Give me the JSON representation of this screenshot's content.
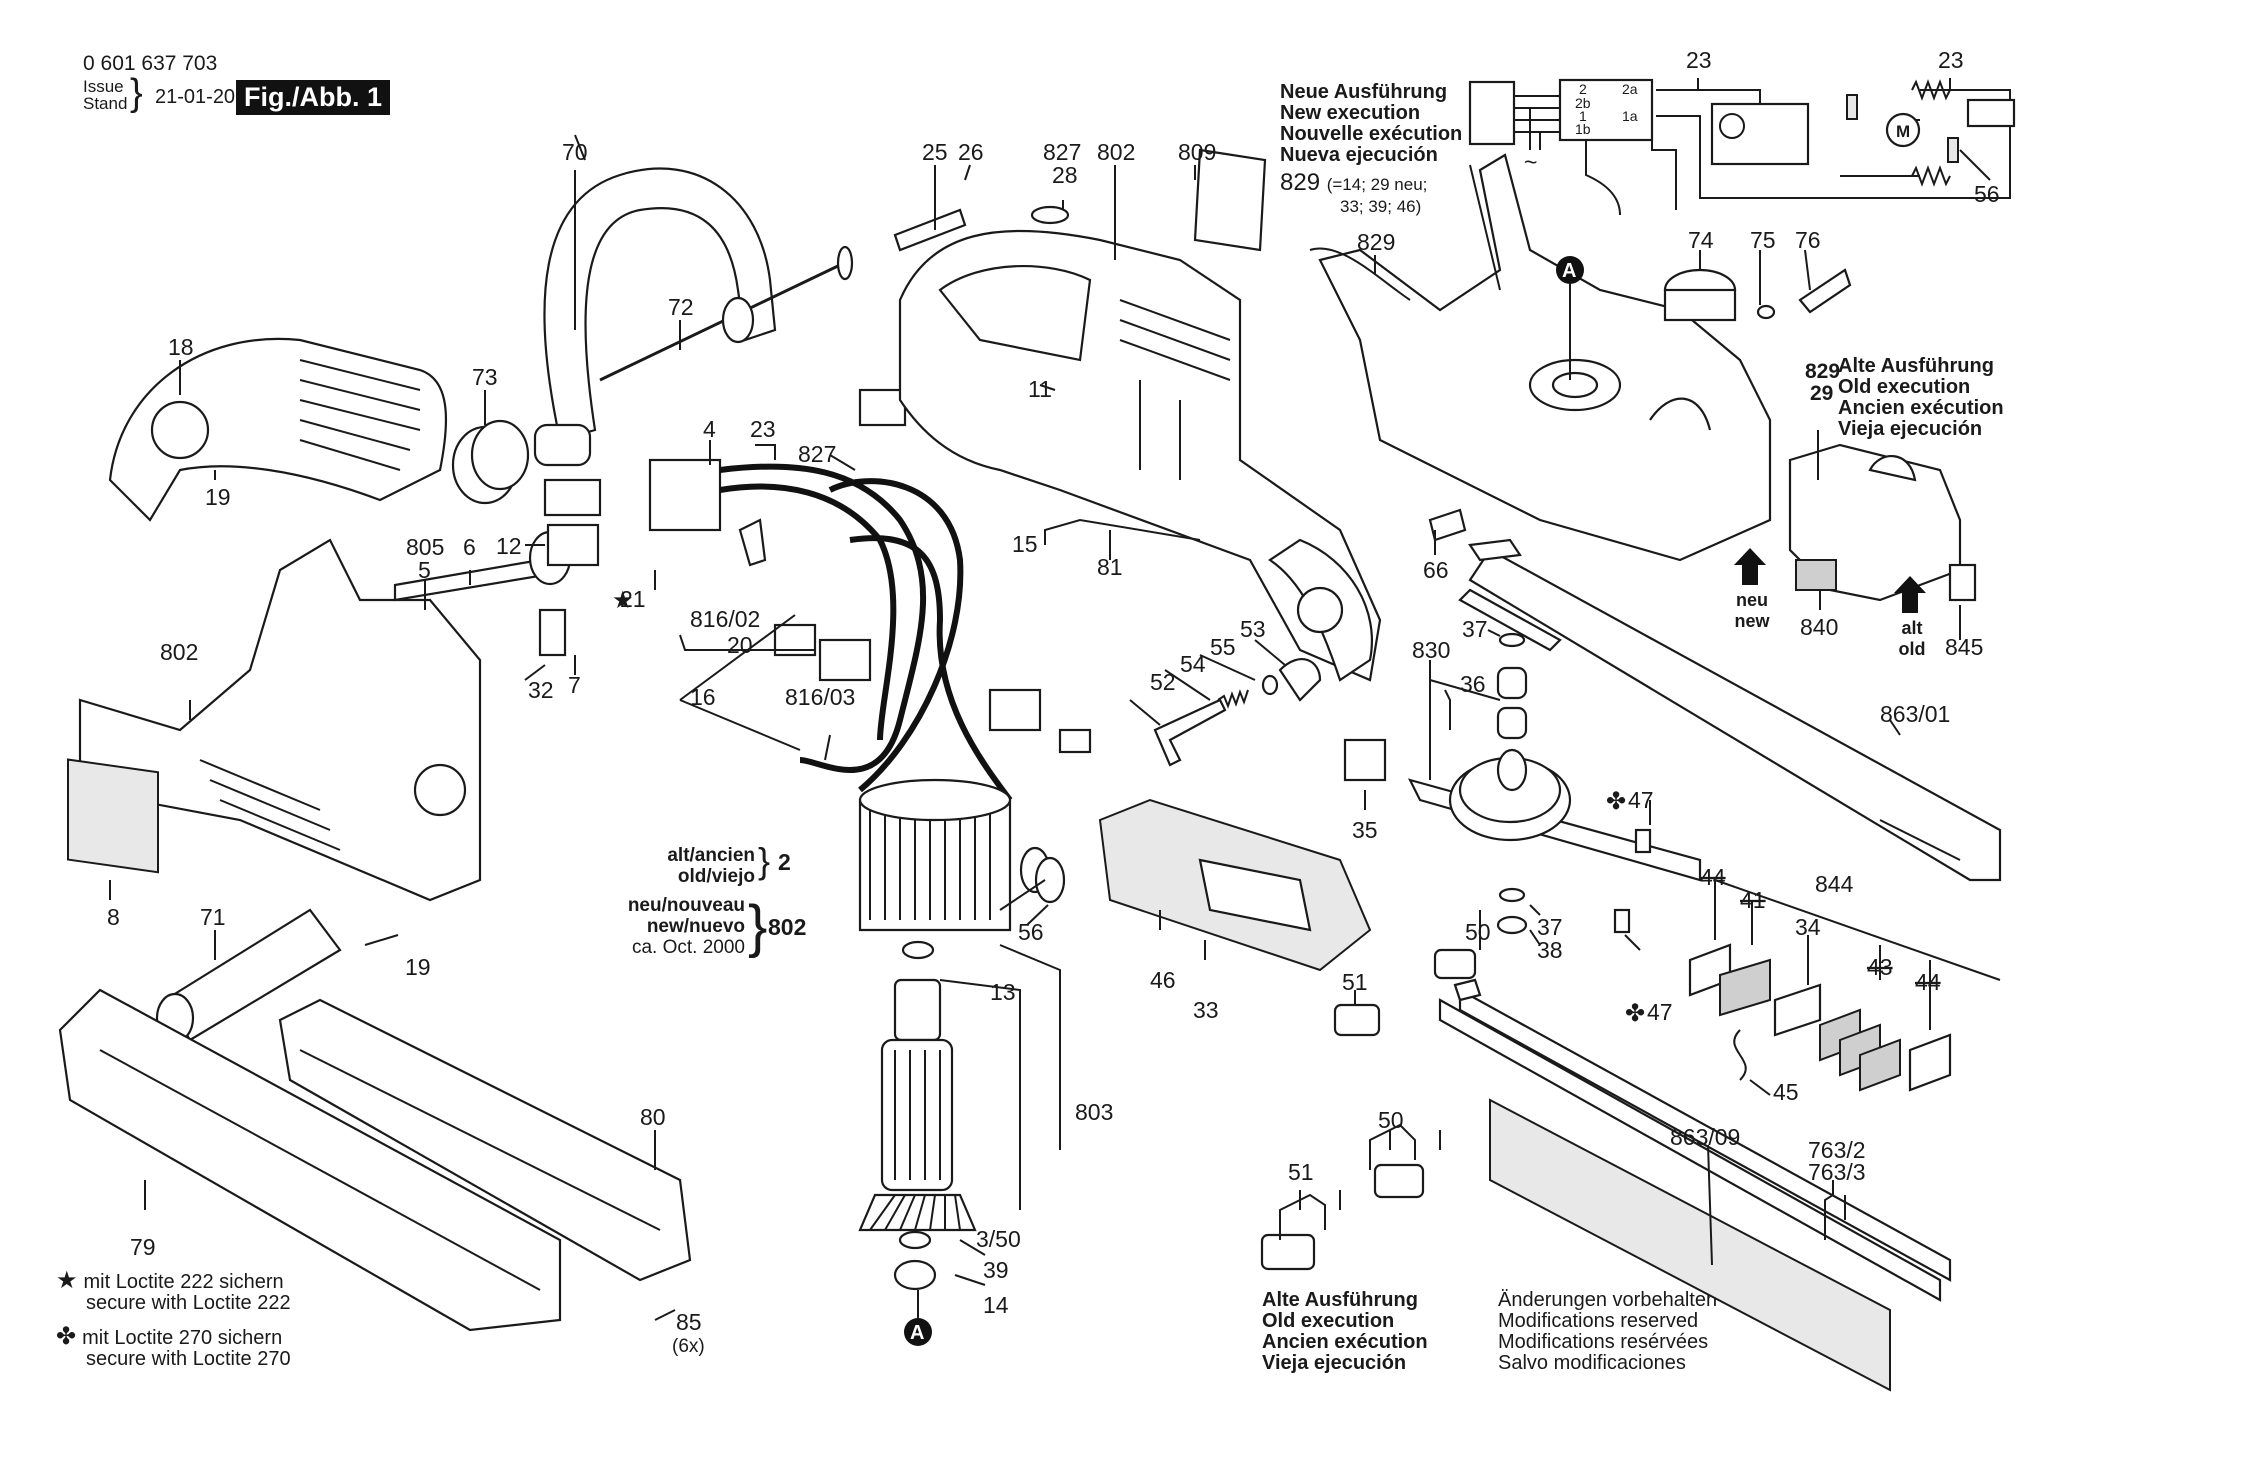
{
  "header": {
    "document_number": "0 601 637 703",
    "issue_label_en": "Issue",
    "issue_label_de": "Stand",
    "issue_date": "21-01-20",
    "figure_label": "Fig./Abb. 1"
  },
  "new_execution_note": {
    "lines": [
      "Neue Ausführung",
      "New execution",
      "Nouvelle exécution",
      "Nueva ejecución"
    ],
    "ref_number": "829",
    "ref_detail_line1": "(=14; 29 neu;",
    "ref_detail_line2": "33; 39; 46)"
  },
  "old_execution_note_right": {
    "ref_numbers": [
      "829",
      "29"
    ],
    "lines": [
      "Alte Ausführung",
      "Old execution",
      "Ancien exécution",
      "Vieja ejecución"
    ]
  },
  "old_execution_note_bottom": {
    "lines": [
      "Alte Ausführung",
      "Old execution",
      "Ancien exécution",
      "Vieja ejecución"
    ]
  },
  "modifications_note": {
    "lines": [
      "Änderungen vorbehalten",
      "Modifications reserved",
      "Modifications resérvées",
      "Salvo modificaciones"
    ]
  },
  "loctite_legend": {
    "items": [
      {
        "symbol": "★",
        "symbol_name": "star",
        "line1": "mit Loctite 222 sichern",
        "line2": "secure with Loctite 222"
      },
      {
        "symbol": "✤",
        "symbol_name": "club",
        "line1": "mit Loctite 270 sichern",
        "line2": "secure with Loctite 270"
      }
    ]
  },
  "motor_variant_note": {
    "old": {
      "line1": "alt/ancien",
      "line2": "old/viejo",
      "part": "2"
    },
    "new": {
      "line1": "neu/nouveau",
      "line2": "new/nuevo",
      "line3": "ca. Oct. 2000",
      "part": "802"
    }
  },
  "arrow_labels": {
    "new": {
      "line1": "neu",
      "line2": "new"
    },
    "old": {
      "line1": "alt",
      "line2": "old"
    }
  },
  "reference_marker": "A",
  "wiring_diagram": {
    "terminals": [
      "2",
      "2b",
      "1",
      "1b",
      "2a",
      "1a"
    ],
    "motor_label": "M",
    "ac_symbol": "~",
    "part_labels": [
      "23",
      "23",
      "56"
    ]
  },
  "part_labels": {
    "p70": "70",
    "p72": "72",
    "p73": "73",
    "p18": "18",
    "p19a": "19",
    "p19b": "19",
    "p4": "4",
    "p23": "23",
    "p827a": "827",
    "p805": "805",
    "p5": "5",
    "p6": "6",
    "p12": "12",
    "p21": "21",
    "p32": "32",
    "p7": "7",
    "p816_02": "816/02",
    "p20": "20",
    "p16": "16",
    "p816_03": "816/03",
    "p802a": "802",
    "p8": "8",
    "p71": "71",
    "p80": "80",
    "p79": "79",
    "p85": "85",
    "p85_qty": "(6x)",
    "p25": "25",
    "p26": "26",
    "p827b": "827",
    "p28": "28",
    "p802b": "802",
    "p809": "809",
    "p11": "11",
    "p15": "15",
    "p81": "81",
    "p53": "53",
    "p55": "55",
    "p54": "54",
    "p52": "52",
    "p56": "56",
    "p13": "13",
    "p803": "803",
    "p3_50": "3/50",
    "p39": "39",
    "p14": "14",
    "p829": "829",
    "p74": "74",
    "p75": "75",
    "p76": "76",
    "p66": "66",
    "p840": "840",
    "p845": "845",
    "p37a": "37",
    "p830": "830",
    "p36": "36",
    "p35": "35",
    "p47a": "47",
    "p47b": "47",
    "p37b": "37",
    "p38": "38",
    "p863_01": "863/01",
    "p844": "844",
    "p44a": "44",
    "p41": "41",
    "p34": "34",
    "p43": "43",
    "p44b": "44",
    "p45": "45",
    "p46": "46",
    "p33": "33",
    "p50a": "50",
    "p51a": "51",
    "p50b": "50",
    "p51b": "51",
    "p863_09": "863/09",
    "p763_2": "763/2",
    "p763_3": "763/3"
  }
}
